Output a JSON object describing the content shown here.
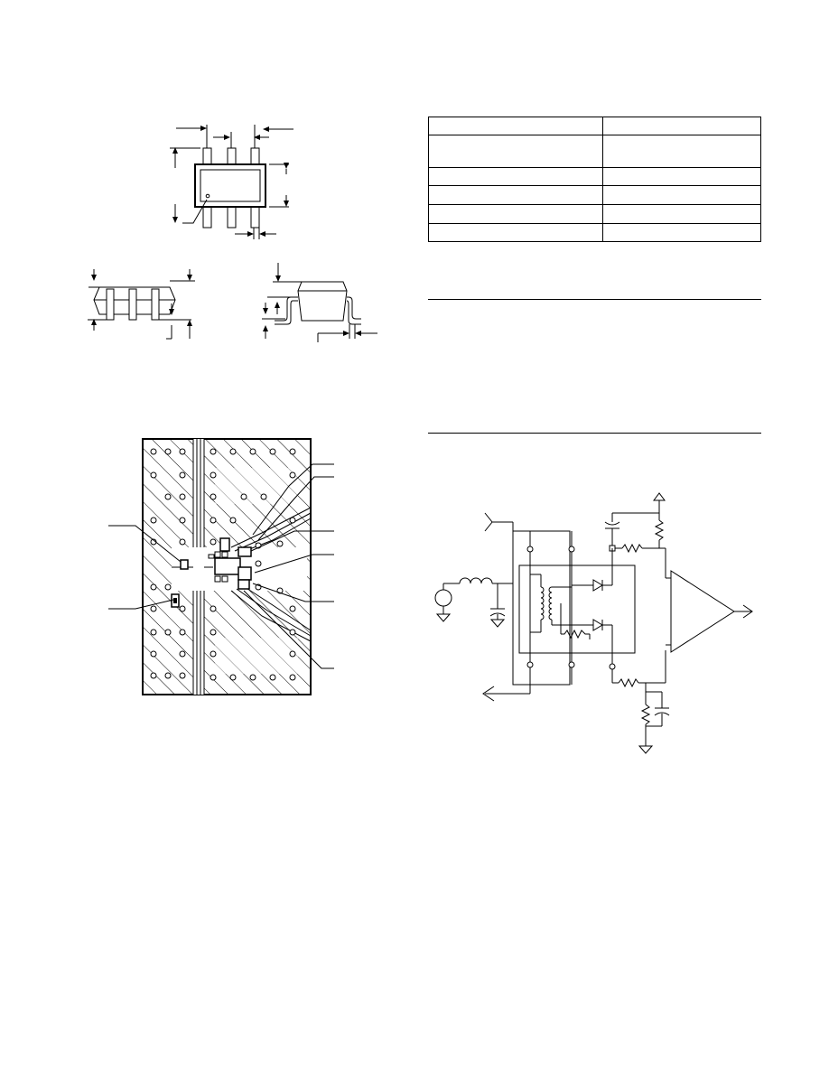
{
  "spec_table": {
    "rows": [
      {
        "label": "",
        "value": "",
        "height": 20
      },
      {
        "label": "",
        "value": "",
        "height": 36
      },
      {
        "label": "",
        "value": "",
        "height": 20
      },
      {
        "label": "",
        "value": "",
        "height": 21
      },
      {
        "label": "",
        "value": "",
        "height": 21
      },
      {
        "label": "",
        "value": "",
        "height": 20
      }
    ]
  },
  "figures": {
    "package_top_view": "package-outline",
    "package_side_views": "package-side-profiles",
    "pcb_layout": "board-layout",
    "circuit_schematic": "detector-schematic"
  }
}
